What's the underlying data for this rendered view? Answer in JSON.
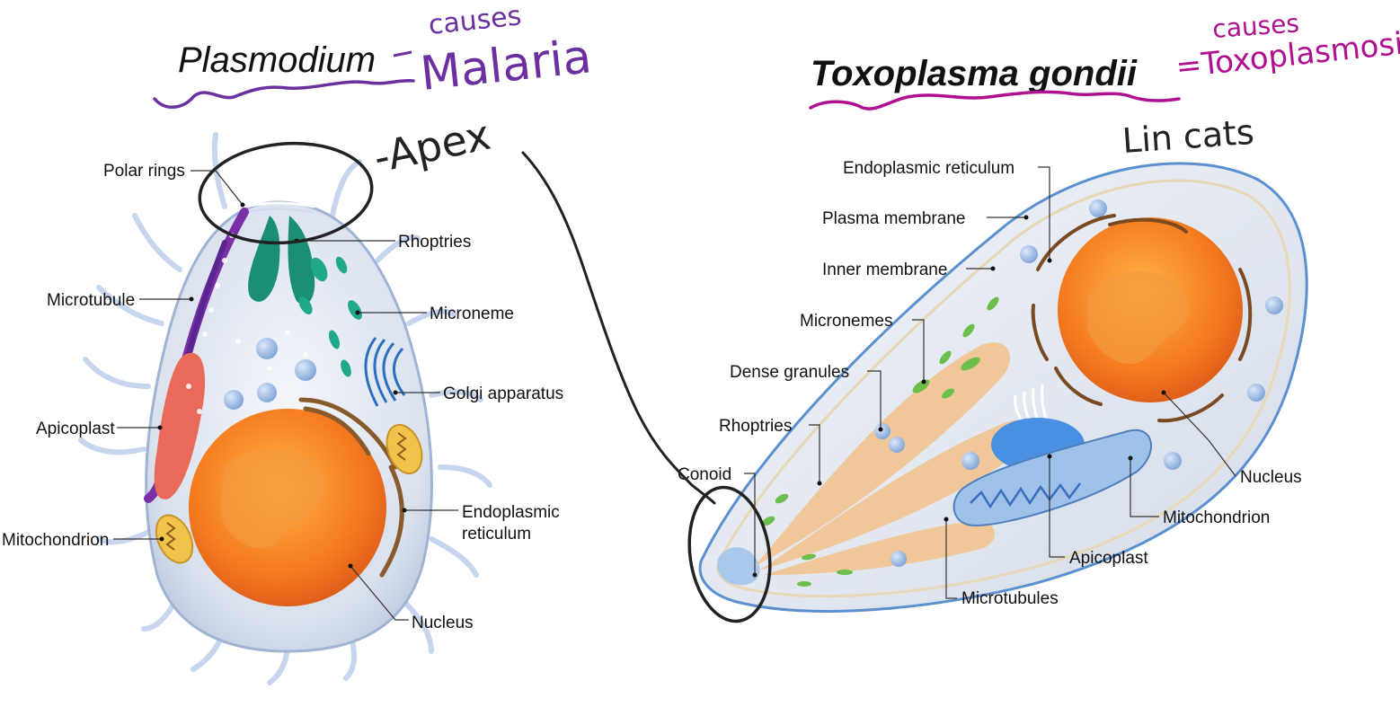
{
  "plasmodium": {
    "title": "Plasmodium",
    "labels": {
      "polar_rings": "Polar rings",
      "rhoptries": "Rhoptries",
      "microtubule": "Microtubule",
      "microneme": "Microneme",
      "golgi": "Golgi apparatus",
      "apicoplast": "Apicoplast",
      "er_line1": "Endoplasmic",
      "er_line2": "reticulum",
      "mitochondrion": "Mitochondrion",
      "nucleus": "Nucleus"
    }
  },
  "toxoplasma": {
    "title": "Toxoplasma gondii",
    "labels": {
      "er": "Endoplasmic reticulum",
      "plasma_membrane": "Plasma membrane",
      "inner_membrane": "Inner membrane",
      "micronemes": "Micronemes",
      "dense_granules": "Dense granules",
      "rhoptries": "Rhoptries",
      "conoid": "Conoid",
      "nucleus": "Nucleus",
      "mitochondrion": "Mitochondrion",
      "apicoplast": "Apicoplast",
      "microtubules": "Microtubules"
    }
  },
  "annotations": {
    "causes_1": "causes",
    "malaria": "Malaria",
    "apex": "-Apex",
    "causes_2": "causes",
    "toxoplasmosis": "=Toxoplasmosis",
    "in_cats": "Lin cats"
  },
  "colors": {
    "annotation_purple": "#6b2fa0",
    "annotation_magenta": "#b0108f",
    "ink": "#222222",
    "nucleus": "#f57c1f",
    "membrane": "#5a8fd0"
  }
}
